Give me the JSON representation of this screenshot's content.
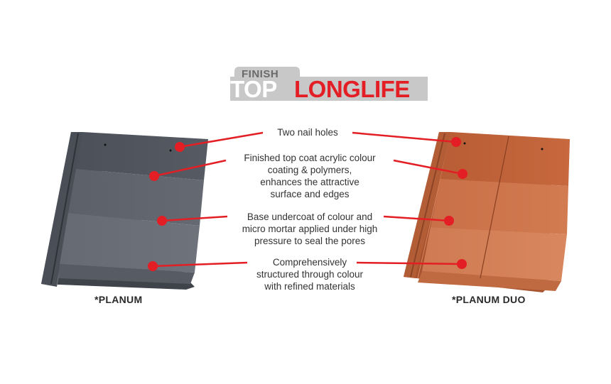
{
  "logo": {
    "small_word": "FINISH",
    "word_white": "TOP",
    "word_red": "LONGLIFE",
    "colors": {
      "badge_grey": "#c8c8c8",
      "red": "#e31e24",
      "finish_grey": "#6a6a6a"
    }
  },
  "callouts": [
    {
      "id": "nail-holes",
      "text": "Two nail holes"
    },
    {
      "id": "top-coat",
      "text": "Finished top coat acrylic colour coating & polymers, enhances the attractive surface and edges",
      "lines": [
        "Finished top coat acrylic colour",
        "coating & polymers,",
        "enhances the attractive",
        "surface and edges"
      ]
    },
    {
      "id": "base-undercoat",
      "text": "Base undercoat of colour and micro mortar applied under high pressure to seal the pores",
      "lines": [
        "Base undercoat of colour and",
        "micro mortar applied under high",
        "pressure to seal the pores"
      ]
    },
    {
      "id": "structure",
      "text": "Comprehensively structured through colour with refined materials",
      "lines": [
        "Comprehensively",
        "structured through colour",
        "with refined materials"
      ]
    }
  ],
  "tiles": [
    {
      "name": "*PLANUM",
      "color": "#5b6068"
    },
    {
      "name": "*PLANUM DUO",
      "color": "#c56a42"
    }
  ],
  "accent_color": "#e31e24"
}
